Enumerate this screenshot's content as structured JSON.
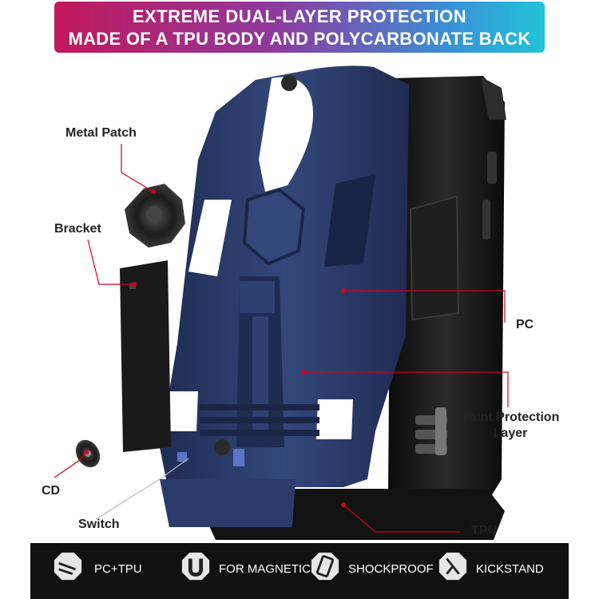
{
  "banner": {
    "line1": "EXTREME DUAL-LAYER PROTECTION",
    "line2": "MADE OF A TPU BODY AND POLYCARBONATE BACK",
    "colors": {
      "start": "#c2185b",
      "end": "#21c4d9"
    }
  },
  "callouts": {
    "metal_patch": "Metal Patch",
    "bracket": "Bracket",
    "cd": "CD",
    "switch": "Switch",
    "pc": "PC",
    "paint_line1": "Paint Protection",
    "paint_line2": "Layer",
    "tpu": "TPU"
  },
  "features": [
    {
      "icon": "pc-tpu-icon",
      "label": "PC+TPU"
    },
    {
      "icon": "magnet-icon",
      "label": "FOR MAGNETIC"
    },
    {
      "icon": "shockproof-icon",
      "label": "SHOCKPROOF"
    },
    {
      "icon": "kickstand-icon",
      "label": "KICKSTAND"
    }
  ],
  "colors": {
    "navy_case": "#27365f",
    "black_case": "#141414",
    "callout_line": "#d0021b"
  }
}
